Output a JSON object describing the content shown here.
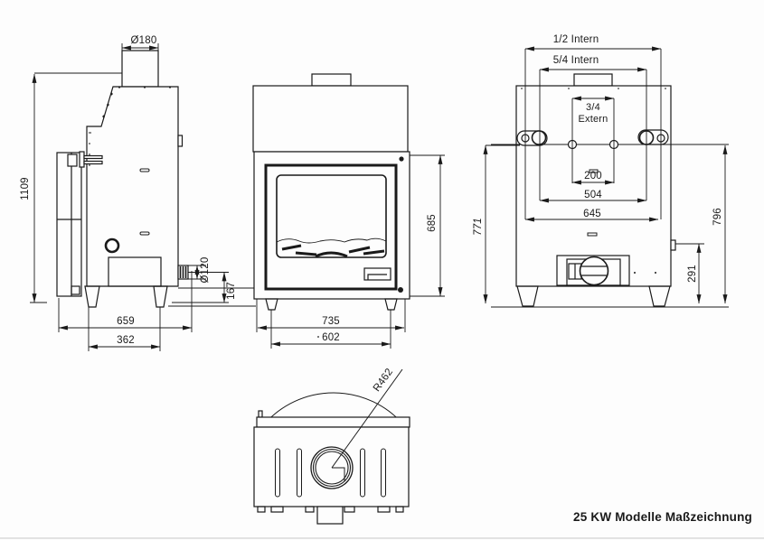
{
  "background_color": "#ffffff",
  "line_color": "#1a1a1a",
  "title": "25 KW Modelle Maßzeichnung",
  "side_view": {
    "dims": {
      "chimney_diameter": "Ø180",
      "total_height": "1109",
      "flue_outlet_diameter": "Ø120",
      "flue_outlet_height": "167",
      "depth": "659",
      "leg_spacing": "362"
    }
  },
  "front_view": {
    "dims": {
      "body_height": "685",
      "total_width": "735",
      "leg_spacing": "602"
    }
  },
  "back_view": {
    "connector_labels": {
      "half_inch_internal": "1/2 Intern",
      "five_quarter_internal": "5/4 Intern",
      "three_quarter_external_line1": "3/4",
      "three_quarter_external_line2": "Extern"
    },
    "dims": {
      "connector_spacing_small": "200",
      "connector_spacing_mid": "504",
      "connector_spacing_wide": "645",
      "height_connectors_left": "771",
      "height_connectors_right": "796",
      "fan_center_height": "291"
    }
  },
  "top_view": {
    "dims": {
      "front_radius": "R462"
    }
  }
}
